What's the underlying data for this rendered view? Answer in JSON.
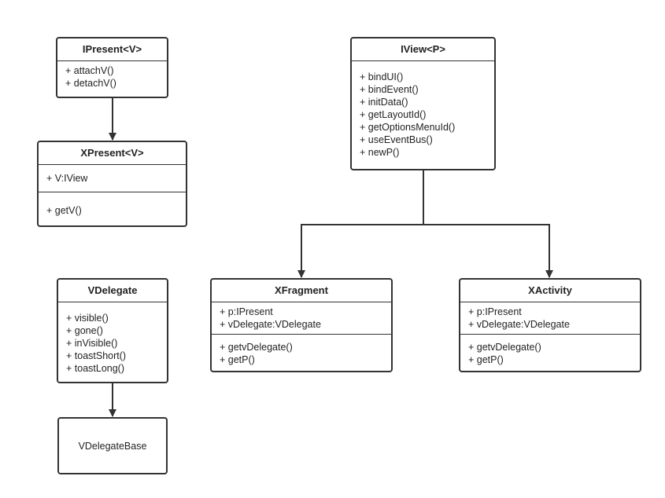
{
  "diagram": {
    "classes": {
      "ipresent": {
        "name": "IPresent<V>",
        "methods": [
          "+ attachV()",
          "+ detachV()"
        ]
      },
      "xpresent": {
        "name": "XPresent<V>",
        "fields": [
          "+ V:IView"
        ],
        "methods": [
          "+ getV()"
        ]
      },
      "iview": {
        "name": "IView<P>",
        "methods": [
          "+ bindUI()",
          "+ bindEvent()",
          "+ initData()",
          "+ getLayoutId()",
          "+ getOptionsMenuId()",
          "+ useEventBus()",
          "+ newP()"
        ]
      },
      "xfragment": {
        "name": "XFragment",
        "fields": [
          "+ p:IPresent",
          "+ vDelegate:VDelegate"
        ],
        "methods": [
          "+ getvDelegate()",
          "+ getP()"
        ]
      },
      "xactivity": {
        "name": "XActivity",
        "fields": [
          "+ p:IPresent",
          "+ vDelegate:VDelegate"
        ],
        "methods": [
          "+ getvDelegate()",
          "+ getP()"
        ]
      },
      "vdelegate": {
        "name": "VDelegate",
        "methods": [
          "+ visible()",
          "+ gone()",
          "+ inVisible()",
          "+ toastShort()",
          "+ toastLong()"
        ]
      },
      "vdelegatebase": {
        "name": "VDelegateBase"
      }
    },
    "edges": [
      {
        "from": "ipresent",
        "to": "xpresent"
      },
      {
        "from": "iview",
        "to": "xfragment"
      },
      {
        "from": "iview",
        "to": "xactivity"
      },
      {
        "from": "vdelegate",
        "to": "vdelegatebase"
      }
    ],
    "colors": {
      "stroke": "#333333",
      "background": "#ffffff",
      "text": "#222222"
    }
  }
}
